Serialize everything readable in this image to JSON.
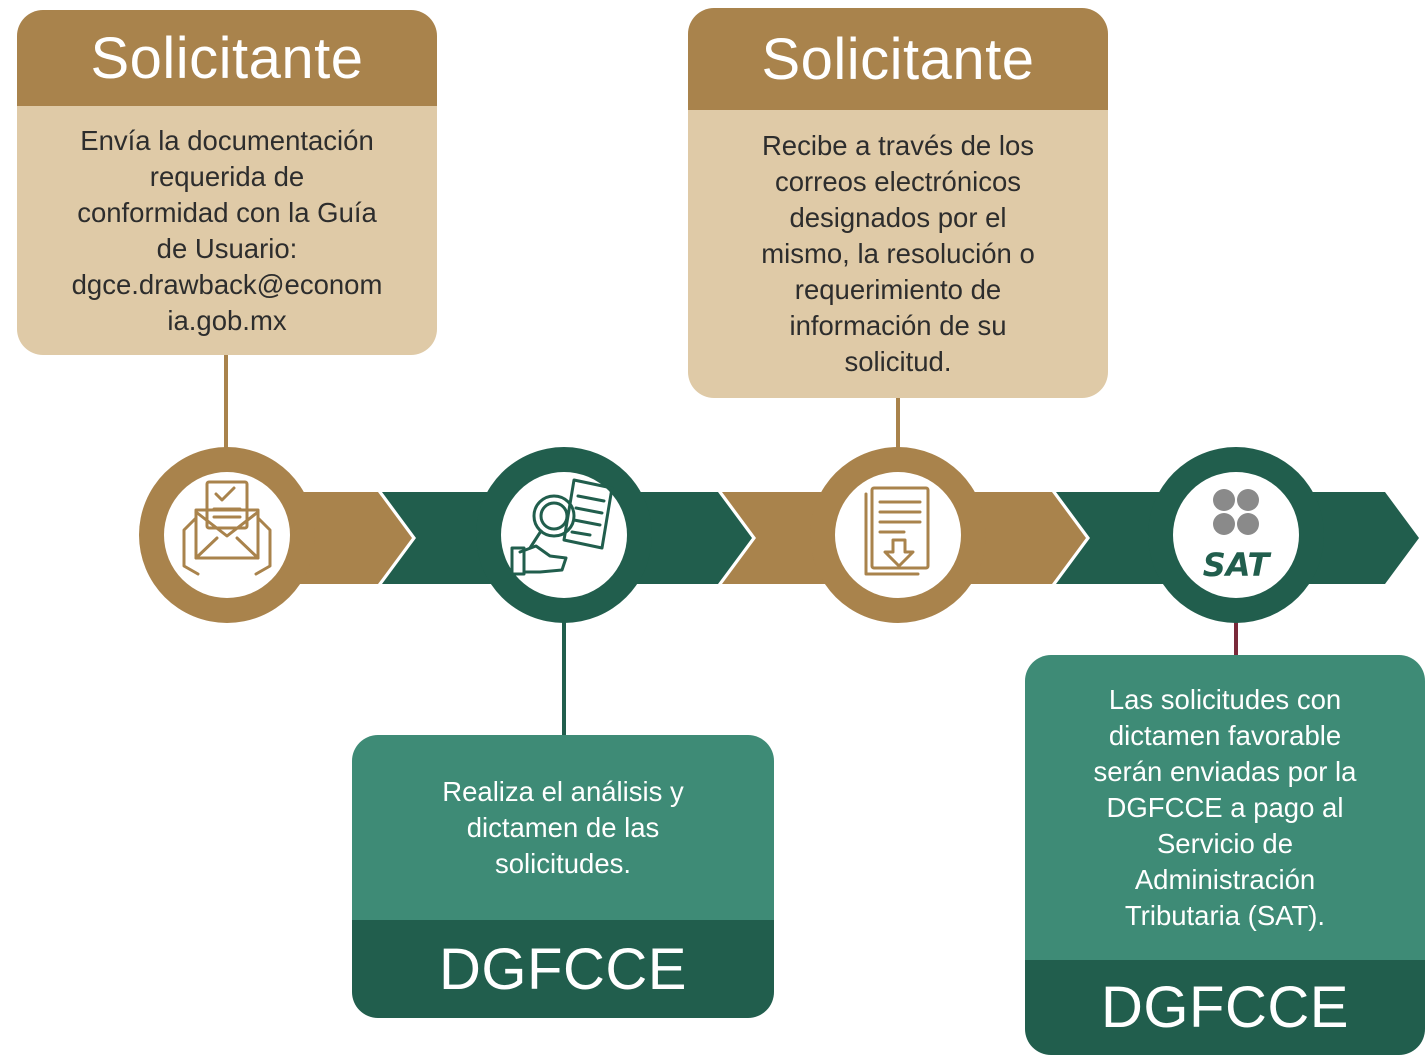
{
  "colors": {
    "tan_dark": "#a9834c",
    "tan_light": "#dfcaa7",
    "green_dark": "#215e4d",
    "green_mid": "#3e8b76"
  },
  "steps": [
    {
      "icon": "envelope-document-hands-icon",
      "card": {
        "title": "Solicitante",
        "lines": [
          "Envía la documentación",
          "requerida de",
          "conformidad con la Guía",
          "de Usuario:",
          "dgce.drawback@econom",
          "ia.gob.mx"
        ]
      }
    },
    {
      "icon": "magnifier-document-icon",
      "card": {
        "title": "DGFCCE",
        "lines": [
          "Realiza el análisis y",
          "dictamen de las",
          "solicitudes."
        ]
      }
    },
    {
      "icon": "document-download-icon",
      "card": {
        "title": "Solicitante",
        "lines": [
          "Recibe a través de los",
          "correos electrónicos",
          "designados por el",
          "mismo, la resolución o",
          "requerimiento de",
          "información de su",
          "solicitud."
        ]
      }
    },
    {
      "icon": "sat-logo-icon",
      "logo_text": "SAT",
      "card": {
        "title": "DGFCCE",
        "lines": [
          "Las solicitudes con",
          "dictamen favorable",
          "serán enviadas por la",
          "DGFCCE a pago al",
          "Servicio de",
          "Administración",
          "Tributaria (SAT)."
        ]
      }
    }
  ]
}
